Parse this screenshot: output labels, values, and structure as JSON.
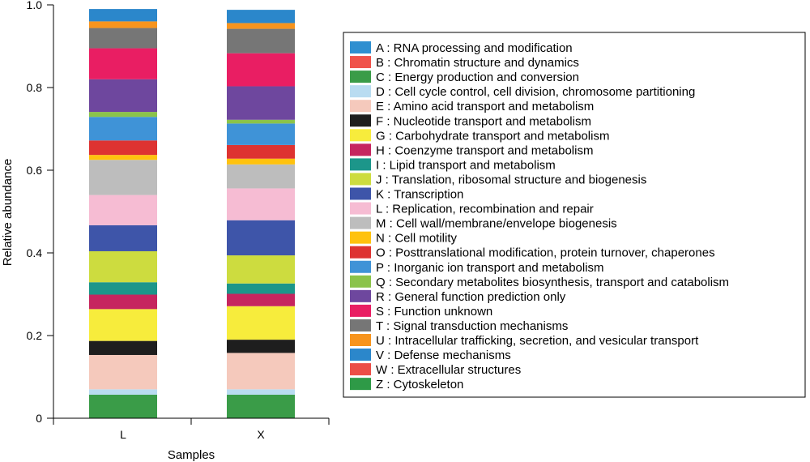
{
  "chart_data": {
    "type": "bar",
    "stacked": true,
    "categories": [
      "L",
      "X"
    ],
    "xlabel": "Samples",
    "ylabel": "Relative abundance",
    "ylim": [
      0,
      1.0
    ],
    "yticks": [
      "0",
      "0.2",
      "0.4",
      "0.6",
      "0.8",
      "1.0"
    ],
    "grid": false,
    "legend_position": "right",
    "series": [
      {
        "name": "A : RNA processing and modification",
        "color": "#2F8FD0",
        "values": [
          0.0,
          0.0
        ]
      },
      {
        "name": "B : Chromatin structure and dynamics",
        "color": "#F0534B",
        "values": [
          0.0,
          0.0
        ]
      },
      {
        "name": "C : Energy production and conversion",
        "color": "#3A9C48",
        "values": [
          0.057,
          0.057
        ]
      },
      {
        "name": "D : Cell cycle control, cell division, chromosome partitioning",
        "color": "#B9DCF1",
        "values": [
          0.013,
          0.013
        ]
      },
      {
        "name": "E : Amino acid transport and metabolism",
        "color": "#F5C9BC",
        "values": [
          0.083,
          0.088
        ]
      },
      {
        "name": "F : Nucleotide transport and metabolism",
        "color": "#1E1E1E",
        "values": [
          0.034,
          0.032
        ]
      },
      {
        "name": "G : Carbohydrate transport and metabolism",
        "color": "#F7EC3C",
        "values": [
          0.077,
          0.081
        ]
      },
      {
        "name": "H : Coenzyme transport and metabolism",
        "color": "#C6255F",
        "values": [
          0.035,
          0.03
        ]
      },
      {
        "name": "I : Lipid transport and metabolism",
        "color": "#1C968A",
        "values": [
          0.03,
          0.025
        ]
      },
      {
        "name": "J : Translation, ribosomal structure and biogenesis",
        "color": "#CDDC3F",
        "values": [
          0.075,
          0.068
        ]
      },
      {
        "name": "K : Transcription",
        "color": "#3E55A9",
        "values": [
          0.063,
          0.085
        ]
      },
      {
        "name": "L : Replication, recombination and repair",
        "color": "#F6BCD3",
        "values": [
          0.073,
          0.077
        ]
      },
      {
        "name": "M : Cell wall/membrane/envelope biogenesis",
        "color": "#BDBDBD",
        "values": [
          0.085,
          0.058
        ]
      },
      {
        "name": "N : Cell motility",
        "color": "#FFC20E",
        "values": [
          0.012,
          0.014
        ]
      },
      {
        "name": "O : Posttranslational modification, protein turnover, chaperones",
        "color": "#DE3331",
        "values": [
          0.035,
          0.033
        ]
      },
      {
        "name": "P : Inorganic ion transport and metabolism",
        "color": "#3F93D7",
        "values": [
          0.057,
          0.052
        ]
      },
      {
        "name": "Q : Secondary metabolites biosynthesis, transport and catabolism",
        "color": "#8BC34A",
        "values": [
          0.012,
          0.009
        ]
      },
      {
        "name": "R : General function prediction only",
        "color": "#6E479E",
        "values": [
          0.079,
          0.081
        ]
      },
      {
        "name": "S : Function unknown",
        "color": "#E91E63",
        "values": [
          0.075,
          0.08
        ]
      },
      {
        "name": "T : Signal transduction mechanisms",
        "color": "#767676",
        "values": [
          0.049,
          0.059
        ]
      },
      {
        "name": "U : Intracellular trafficking, secretion, and vesicular transport",
        "color": "#F7941D",
        "values": [
          0.016,
          0.014
        ]
      },
      {
        "name": "V : Defense mechanisms",
        "color": "#2B87CB",
        "values": [
          0.03,
          0.032
        ]
      },
      {
        "name": "W : Extracellular structures",
        "color": "#EC4E47",
        "values": [
          0.0,
          0.0
        ]
      },
      {
        "name": "Z : Cytoskeleton",
        "color": "#2E9A47",
        "values": [
          0.0,
          0.0
        ]
      }
    ]
  }
}
